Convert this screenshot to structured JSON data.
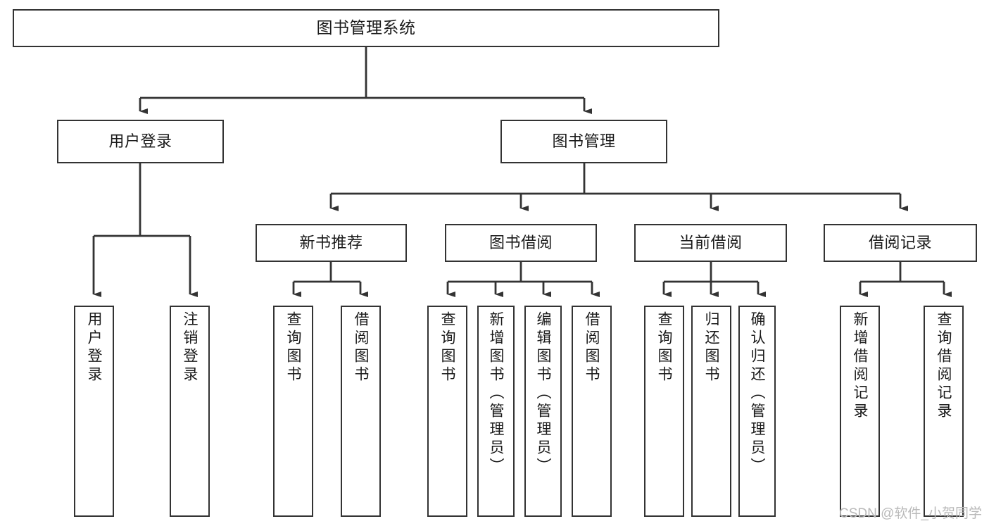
{
  "diagram": {
    "title": "图书管理系统",
    "type": "hierarchy-tree",
    "watermark": "CSDN @软件_小贺同学",
    "colors": {
      "stroke": "#333333",
      "fill": "#ffffff",
      "text": "#1a1a1a",
      "watermark": "#b9b9b9"
    },
    "levels": {
      "root": {
        "label": "图书管理系统"
      },
      "level2": [
        {
          "label": "用户登录"
        },
        {
          "label": "图书管理"
        }
      ],
      "level3": [
        {
          "label": "新书推荐"
        },
        {
          "label": "图书借阅"
        },
        {
          "label": "当前借阅"
        },
        {
          "label": "借阅记录"
        }
      ],
      "leaves": [
        {
          "label": "用户登录",
          "parent": "用户登录"
        },
        {
          "label": "注销登录",
          "parent": "用户登录"
        },
        {
          "label": "查询图书",
          "parent": "新书推荐"
        },
        {
          "label": "借阅图书",
          "parent": "新书推荐"
        },
        {
          "label": "查询图书",
          "parent": "图书借阅"
        },
        {
          "label": "新增图书（管理员）",
          "parent": "图书借阅"
        },
        {
          "label": "编辑图书（管理员）",
          "parent": "图书借阅"
        },
        {
          "label": "借阅图书",
          "parent": "图书借阅"
        },
        {
          "label": "查询图书",
          "parent": "当前借阅"
        },
        {
          "label": "归还图书",
          "parent": "当前借阅"
        },
        {
          "label": "确认归还（管理员）",
          "parent": "当前借阅"
        },
        {
          "label": "新增借阅记录",
          "parent": "借阅记录"
        },
        {
          "label": "查询借阅记录",
          "parent": "借阅记录"
        }
      ]
    }
  }
}
